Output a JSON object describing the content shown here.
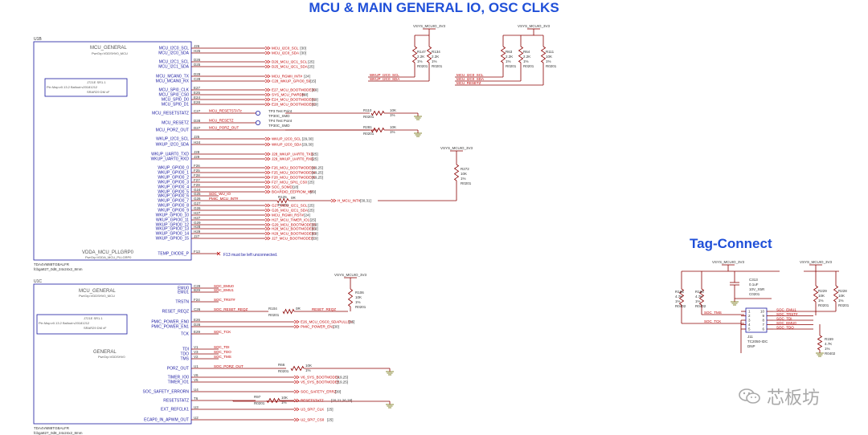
{
  "title": "MCU & MAIN GENERAL IO, OSC CLKS",
  "tag_connect_title": "Tag-Connect",
  "watermark": "芯板坊",
  "u1b": {
    "ref": "U1B",
    "block_name": "MCU_GENERAL",
    "pwr_label": "PwrGrp:VDDSHV0_MCU",
    "info": [
      "J721E SR1.1",
      "Pin Map:v0.13.2 Ballout:v20181212",
      "SRAR29 DM xF"
    ],
    "vdda_label": "VDDA_MCU_PLLGRP0",
    "vdda_pwr": "PwrGrp:VDDA_MCU_PLLGRP0",
    "part": "TDA4VM88TGBALFR",
    "pkg": "fcbga827_0d8_24x24x2_8mm",
    "pins": [
      {
        "name": "MCU_I2C0_SCL",
        "num": "J26",
        "net": "MCU_I2C0_SCL",
        "ref": "[30]"
      },
      {
        "name": "MCU_I2C0_SDA",
        "num": "H25",
        "net": "MCU_I2C0_SDA",
        "ref": "[30]"
      },
      {
        "name": "MCU_I2C1_SCL",
        "num": "D26",
        "net": "D26_MCU_I2C1_SCL",
        "ref": "[25]"
      },
      {
        "name": "MCU_I2C1_SDA",
        "num": "D25",
        "net": "D25_MCU_I2C1_SDA",
        "ref": "[25]"
      },
      {
        "name": "MCU_MCAN0_TX",
        "num": "D29",
        "net": "MCU_RGMII_INT#",
        "ref": "[24]"
      },
      {
        "name": "MCU_MCAN0_RX",
        "num": "C28",
        "net": "C28_WKUP_GPIO0_59",
        "ref": "[15]"
      },
      {
        "name": "MCU_SPI0_CLK",
        "num": "E27",
        "net": "E27_MCU_BOOTMODE30",
        "ref": "[19]"
      },
      {
        "name": "MCU_SPI0_CS0",
        "num": "E25",
        "net": "SYS_MCU_PWRDN",
        "ref": "[30]"
      },
      {
        "name": "MCU_SPI0_D0",
        "num": "E24",
        "net": "E24_MCU_BOOTMODE01",
        "ref": "[19]"
      },
      {
        "name": "MCU_SPI0_D1",
        "num": "E28",
        "net": "E28_MCU_BOOTMODE02",
        "ref": "[19]"
      },
      {
        "name": "MCU_RESETSTATZ",
        "num": "C27",
        "net": "MCU_RESETSTATz",
        "ref": ""
      },
      {
        "name": "MCU_RESETZ",
        "num": "D28",
        "net": "MCU_RESETZ",
        "ref": ""
      },
      {
        "name": "MCU_PORZ_OUT",
        "num": "D27",
        "net": "MCU_PORZ_OUT",
        "ref": ""
      },
      {
        "name": "WKUP_I2C0_SCL",
        "num": "J25",
        "net": "WKUP_I2C0_SCL",
        "ref": "[29,30]"
      },
      {
        "name": "WKUP_I2C0_SDA",
        "num": "H24",
        "net": "WKUP_I2C0_SDA",
        "ref": "[29,30]"
      },
      {
        "name": "WKUP_UART0_TXD",
        "num": "J28",
        "net": "J28_WKUP_UART0_TXD",
        "ref": "[25]"
      },
      {
        "name": "WKUP_UART0_RXD",
        "num": "J29",
        "net": "J29_WKUP_UART0_RXD",
        "ref": "[25]"
      },
      {
        "name": "WKUP_GPIO0_0",
        "num": "F26",
        "net": "F26_MCU_BOOTMODE03",
        "ref": "[19,25]"
      },
      {
        "name": "WKUP_GPIO0_1",
        "num": "F25",
        "net": "F25_MCU_BOOTMODE04",
        "ref": "[19,25]"
      },
      {
        "name": "WKUP_GPIO0_2",
        "num": "F28",
        "net": "F28_MCU_BOOTMODE05",
        "ref": "[19,25]"
      },
      {
        "name": "WKUP_GPIO0_3",
        "num": "F27",
        "net": "F27_MCU_SPI1_CS0",
        "ref": "[25]"
      },
      {
        "name": "WKUP_GPIO0_4",
        "num": "F29",
        "net": "SOC_SOMD",
        "ref": "[18]"
      },
      {
        "name": "WKUP_GPIO0_5",
        "num": "G24",
        "net": "BOARDID_EEPROM_WP",
        "ref": "[29]"
      },
      {
        "name": "WKUP_GPIO0_6",
        "num": "G25",
        "net": "SOC_WU_IO",
        "ref": ""
      },
      {
        "name": "WKUP_GPIO0_7",
        "num": "G26",
        "net": "PMIC_MCU_INT#",
        "ref": ""
      },
      {
        "name": "WKUP_GPIO0_8",
        "num": "G27",
        "net": "G27_MCU_I2C1_SCL",
        "ref": "[25]"
      },
      {
        "name": "WKUP_GPIO0_9",
        "num": "G26",
        "net": "G26_MCU_I2C1_SDA",
        "ref": "[25]"
      },
      {
        "name": "WKUP_GPIO0_10",
        "num": "H27",
        "net": "MCU_RGMII_RST#",
        "ref": "[24]"
      },
      {
        "name": "WKUP_GPIO0_11",
        "num": "H27",
        "net": "H27_MCU_TIMER_IO1",
        "ref": "[25]"
      },
      {
        "name": "WKUP_GPIO0_12",
        "num": "G29",
        "net": "G29_MCU_BOOTMODE05",
        "ref": "[19]"
      },
      {
        "name": "WKUP_GPIO0_13",
        "num": "H28",
        "net": "H28_MCU_BOOTMODE06",
        "ref": "[19]"
      },
      {
        "name": "WKUP_GPIO0_14",
        "num": "H29",
        "net": "H29_MCU_BOOTMODE08",
        "ref": "[19]"
      },
      {
        "name": "WKUP_GPIO0_15",
        "num": "J27",
        "net": "J27_MCU_BOOTMODE07",
        "ref": "[19]"
      },
      {
        "name": "TEMP_DIODE_P",
        "num": "F13",
        "net": "",
        "ref": ""
      }
    ],
    "note_f13": "F13 must be left unconnected.",
    "testpoints": [
      {
        "name": "TP3 Test Point",
        "pkg": "TP30C_SMD"
      },
      {
        "name": "TP4 Test Point",
        "pkg": "TP30C_SMD"
      }
    ],
    "r110": {
      "ref": "R110",
      "pkg": "R0201",
      "val": "10K",
      "tol": "1%"
    },
    "r281": {
      "ref": "R281",
      "pkg": "R0201",
      "val": "10K",
      "tol": "1%"
    },
    "r125": {
      "ref": "R125",
      "pkg": "R0201",
      "val": "0R",
      "net": "H_MCU_INT#",
      "ref2": "[30,31]"
    },
    "r272": {
      "ref": "R272",
      "val": "10K",
      "tol": "1%",
      "pkg": "R0201",
      "rail": "VSYS_MCUIO_3V3"
    }
  },
  "u1c": {
    "ref": "U1C",
    "block_name": "MCU_GENERAL",
    "pwr_label": "PwrGrp:VDDSHV0_MCU",
    "info": [
      "J721E SR1.1",
      "Pin Map:v0.13.2 Ballout:v20181212",
      "SRAR29 DM xF"
    ],
    "general_label": "GENERAL",
    "general_pwr": "PwrGrp:VDDSHV0",
    "part": "TDA4VM88TGBALFR",
    "pkg": "fcbga827_0d8_24x24x2_8mm",
    "pins": [
      {
        "name": "EMU0",
        "num": "C29",
        "net": "SOC_EMU0",
        "ref": ""
      },
      {
        "name": "EMU1",
        "num": "B29",
        "net": "SOC_EMU1",
        "ref": ""
      },
      {
        "name": "TRSTN",
        "num": "F24",
        "net": "SOC_TRST#",
        "ref": ""
      },
      {
        "name": "RESET_REQZ",
        "num": "C26",
        "net": "SOC_RESET_REQZ",
        "ref": ""
      },
      {
        "name": "PMIC_POWER_EN0",
        "num": "E26",
        "net": "E26_MCU_OSC0_SDAPULLEN",
        "ref": "[25]"
      },
      {
        "name": "PMIC_POWER_EN1",
        "num": "D26",
        "net": "PMIC_POWER_EN1",
        "ref": "[30]"
      },
      {
        "name": "TCK",
        "num": "E29",
        "net": "SOC_TCK",
        "ref": ""
      },
      {
        "name": "TDI",
        "num": "V1",
        "net": "SOC_TDI",
        "ref": ""
      },
      {
        "name": "TDO",
        "num": "V3",
        "net": "SOC_TDO",
        "ref": ""
      },
      {
        "name": "TMS",
        "num": "V2",
        "net": "SOC_TMS",
        "ref": ""
      },
      {
        "name": "PORZ_OUT",
        "num": "U1",
        "net": "SOC_PORZ_OUT",
        "ref": ""
      },
      {
        "name": "TIMER_IO0",
        "num": "V6",
        "net": "V6_SYS_BOOTMODE4",
        "ref": "[19,25]"
      },
      {
        "name": "TIMER_IO1",
        "num": "V5",
        "net": "V5_SYS_BOOTMODE5",
        "ref": "[19,25]"
      },
      {
        "name": "SOC_SAFETY_ERRORN",
        "num": "U4",
        "net": "SOC_SAFETY_ERRZ",
        "ref": "[30]"
      },
      {
        "name": "RESETSTATZ",
        "num": "T6",
        "net": "RESETSTATZ",
        "ref": "[20,21,26,28]"
      },
      {
        "name": "EXT_REFCLK1",
        "num": "U3",
        "net": "U3_SPI7_CLK",
        "ref": "[25]"
      },
      {
        "name": "ECAP0_IN_APWM_OUT",
        "num": "U2",
        "net": "U2_SPI7_CS0",
        "ref": "[25]"
      }
    ],
    "r106": {
      "ref": "R106",
      "val": "10K",
      "tol": "1%",
      "pkg": "R0201",
      "rail": "VSYS_MCUIO_3V3"
    },
    "r104": {
      "ref": "R104",
      "pkg": "R0201",
      "val": "0R",
      "net": "RESET_REQZ"
    },
    "r66": {
      "ref": "R66",
      "pkg": "R0201",
      "val": "10K",
      "tol": "1%"
    },
    "r97": {
      "ref": "R97",
      "pkg": "R0201",
      "val": "10K",
      "tol": "1%"
    }
  },
  "pullups_left": {
    "rail": "VSYS_MCUIO_3V3",
    "resistors": [
      {
        "ref": "R147",
        "val": "2.2K",
        "tol": "1%",
        "pkg": "R0201"
      },
      {
        "ref": "R134",
        "val": "2.2K",
        "tol": "1%",
        "pkg": "R0201"
      }
    ],
    "nets": [
      "WKUP_I2C0_SCL",
      "WKUP_I2C0_SDA"
    ]
  },
  "pullups_right": {
    "rail": "VSYS_MCUIO_3V3",
    "resistors": [
      {
        "ref": "R63",
        "val": "2.2K",
        "tol": "1%",
        "pkg": "R0201"
      },
      {
        "ref": "R64",
        "val": "2.2K",
        "tol": "1%",
        "pkg": "R0201"
      },
      {
        "ref": "R111",
        "val": "10K",
        "tol": "1%",
        "pkg": "R0201"
      }
    ],
    "nets": [
      "MCU_I2C0_SCL",
      "MCU_I2C0_SDA",
      "MCU_RESETZ"
    ]
  },
  "tag_connect": {
    "rail_left": "VSYS_MCUIO_3V3",
    "rail_right": "VSYS_MCUIO_3V3",
    "cap": {
      "ref": "C313",
      "val": "0.1uF",
      "volt": "10V_X5R",
      "pkg": "C0201"
    },
    "resistors_left": [
      {
        "ref": "R165",
        "val": "4.7K",
        "tol": "1%",
        "pkg": "R0402"
      },
      {
        "ref": "R160",
        "val": "4.7K",
        "tol": "1%",
        "pkg": "R0402"
      }
    ],
    "resistors_right": [
      {
        "ref": "R229",
        "val": "10K",
        "tol": "1%",
        "pkg": "R0201"
      },
      {
        "ref": "R228",
        "val": "10K",
        "tol": "1%",
        "pkg": "R0201"
      }
    ],
    "r159": {
      "ref": "R159",
      "val": "4.7K",
      "tol": "1%",
      "pkg": "R0402"
    },
    "connector": {
      "ref": "J11",
      "part": "TC2050-IDC",
      "dnp": "DNP",
      "pins_left": [
        "1",
        "2",
        "3",
        "4",
        "5"
      ],
      "pins_right": [
        "10",
        "9",
        "8",
        "7",
        "6"
      ]
    },
    "left_nets": [
      "SOC_TMS",
      "SOC_TCK"
    ],
    "right_nets": [
      "SOC_EMU1",
      "SOC_TRST#",
      "SOC_TDI",
      "SOC_EMU0",
      "SOC_TDO"
    ]
  },
  "colors": {
    "net": "#c00000",
    "line": "#8b0000",
    "box": "#1a1aa0",
    "pin": "#1a1aa0",
    "title": "#1f4fd8",
    "gnd": "#6a6a00"
  }
}
